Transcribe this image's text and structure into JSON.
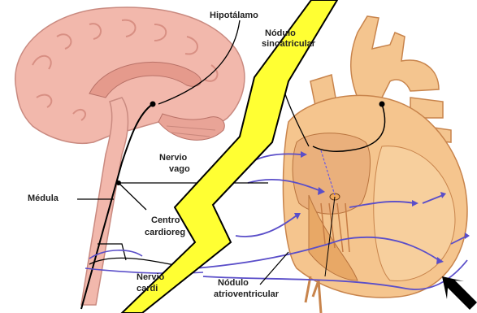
{
  "labels": {
    "hipotalamo": "Hipotálamo",
    "nodulo_sinoatrial_1": "Nódulo",
    "nodulo_sinoatrial_2": "sinoatricular",
    "nervio_vago_1": "Nervio",
    "nervio_vago_2": "vago",
    "medula": "Médula",
    "centro_1": "Centro",
    "centro_2": "cardioreg",
    "nervio_cardiaco_1": "Nervio",
    "nervio_cardiaco_2": "cardi",
    "nodulo_av_1": "Nódulo",
    "nodulo_av_2": "atrioventricular"
  },
  "colors": {
    "brain": "#f2b8ac",
    "brain_shade": "#e59a8c",
    "heart": "#f5c58e",
    "heart_shade": "#e8a866",
    "aorta": "#f4c58f",
    "lightning": "#ffff33",
    "nerve_blue": "#5a4ec9",
    "line": "#000000"
  },
  "icons": {
    "cursor": "arrow-cursor-icon"
  }
}
